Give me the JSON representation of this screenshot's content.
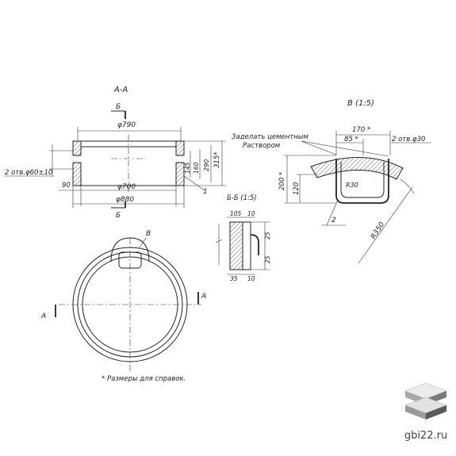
{
  "labels": {
    "section_aa": "А-А",
    "view_b": "В (1:5)",
    "section_bb": "Б-Б (1:5)",
    "cut_b_top": "Б",
    "cut_b_bottom": "Б",
    "cut_a_left": "А",
    "cut_a_right": "А",
    "mark_v": "В",
    "leader_1": "1",
    "leader_2": "2",
    "note_cement_1": "Заделать цементным",
    "note_cement_2": "Раствором",
    "note_reference": "* Размеры для справок."
  },
  "dims": {
    "phi790": "φ790",
    "phi700": "φ700",
    "phi880": "φ880",
    "d90": "90",
    "holes_left": "2 отв.φ60±10",
    "d315": "315*",
    "d290": "290",
    "d160": "160",
    "d145": "145",
    "d170": "170 *",
    "d85": "85 *",
    "holes_right": "2 отв.φ30",
    "d200": "200 *",
    "d120": "120",
    "r30": "R30",
    "r350": "R350",
    "d105": "105",
    "d10a": "10",
    "d25a": "25",
    "d25b": "25",
    "d35": "35",
    "d10b": "10"
  },
  "watermark": {
    "text": "gbi22.ru",
    "icon": "stacked-slabs-icon",
    "colors": {
      "top": "#e6e6e6",
      "side": "#9a9a9a",
      "dark": "#5a5a5a"
    }
  }
}
